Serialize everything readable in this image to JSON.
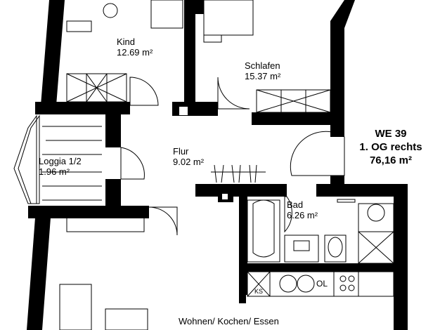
{
  "unit": {
    "name": "WE 39",
    "floor": "1. OG rechts",
    "area": "76,16 m²"
  },
  "rooms": [
    {
      "name": "Kind",
      "area": "12.69 m²"
    },
    {
      "name": "Schlafen",
      "area": "15.37 m²"
    },
    {
      "name": "Flur",
      "area": "9.02 m²"
    },
    {
      "name": "Loggia 1/2",
      "area": "1.96 m²"
    },
    {
      "name": "Bad",
      "area": "6.26 m²"
    },
    {
      "name": "Wohnen/ Kochen/ Essen",
      "area": ""
    }
  ],
  "fixtures": {
    "fridge": "KS",
    "oven": "OL"
  }
}
